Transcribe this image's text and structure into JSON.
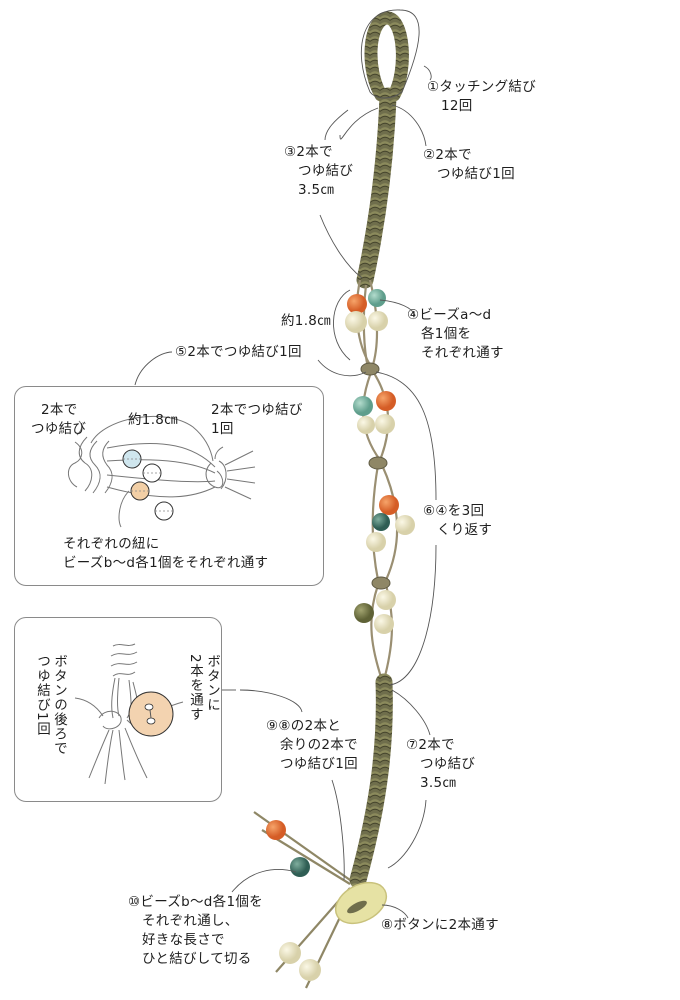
{
  "colors": {
    "cord": "#6f6e4c",
    "cord_dark": "#4e4d33",
    "thread": "#9a8f72",
    "bead_orange": "#e0743a",
    "bead_teal": "#7fb8a8",
    "bead_cream": "#ece6c8",
    "bead_olive": "#7e8250",
    "button": "#e6e2a4",
    "diagram_bead_blue": "#cfe6ee",
    "diagram_bead_peach": "#f2cfa6",
    "diagram_button": "#f3d3b0",
    "leader_line": "#555555",
    "box_border": "#8a8a8a"
  },
  "steps": {
    "s1": {
      "line1": "①タッチング結び",
      "line2": "12回"
    },
    "s2": {
      "line1": "②2本で",
      "line2": "つゆ結び1回"
    },
    "s3": {
      "line1": "③2本で",
      "line2": "つゆ結び",
      "line3": "3.5㎝"
    },
    "s4": {
      "line1": "④ビーズa～d",
      "line2": "各1個を",
      "line3": "それぞれ通す"
    },
    "s4_length": "約1.8㎝",
    "s5": {
      "line1": "⑤2本でつゆ結び1回"
    },
    "s6": {
      "line1": "⑥④を3回",
      "line2": "くり返す"
    },
    "s7": {
      "line1": "⑦2本で",
      "line2": "つゆ結び",
      "line3": "3.5㎝"
    },
    "s8": {
      "line1": "⑧ボタンに2本通す"
    },
    "s9": {
      "line1": "⑨⑧の2本と",
      "line2": "余りの2本で",
      "line3": "つゆ結び1回"
    },
    "s10": {
      "line1": "⑩ビーズb～d各1個を",
      "line2": "それぞれ通し、",
      "line3": "好きな長さで",
      "line4": "ひと結びして切る"
    }
  },
  "detail_box_1": {
    "left_label": {
      "line1": "2本で",
      "line2": "つゆ結び"
    },
    "middle_label": "約1.8㎝",
    "right_label": {
      "line1": "2本でつゆ結び",
      "line2": "1回"
    },
    "bottom_label": {
      "line1": "それぞれの紐に",
      "line2": "ビーズb～d各1個をそれぞれ通す"
    }
  },
  "detail_box_2": {
    "left_vertical": {
      "col1": "ボタンの後ろで",
      "col2": "つゆ結び1回"
    },
    "right_vertical": {
      "col1": "ボタンに",
      "col2": "2本を通す"
    }
  }
}
